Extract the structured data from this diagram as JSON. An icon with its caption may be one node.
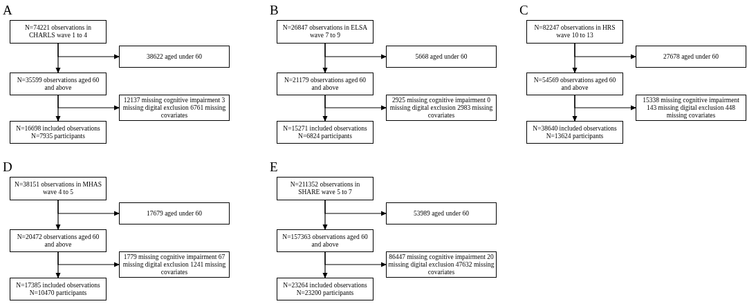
{
  "diagram": {
    "nodes": [
      {
        "text": [
          "N=74221 observations in CHARLS wave 1 to 4"
        ]
      },
      {
        "text": [
          "38622 aged under 60"
        ]
      },
      {
        "text": [
          "N=35599 observations aged 60 and above"
        ]
      },
      {
        "text": [
          "12137 missing cognitive impairment 3 missing digital exclusion 6761 missing covariates"
        ]
      },
      {
        "text": [
          "N=16698 included observations N=7935 participants"
        ]
      },
      {
        "text": [
          "N=26847 observations in ELSA wave 7 to 9"
        ]
      },
      {
        "text": [
          "5668 aged under 60"
        ]
      },
      {
        "text": [
          "N=21179 observations aged 60 and above"
        ]
      },
      {
        "text": [
          "2925 missing cognitive impairment 0 missing digital exclusion 2983 missing covariates"
        ]
      },
      {
        "text": [
          "N=15271 included observations N=6824 participants"
        ]
      },
      {
        "text": [
          "N=82247 observations in HRS wave 10 to 13"
        ]
      },
      {
        "text": [
          "27678 aged under 60"
        ]
      },
      {
        "text": [
          "N=54569 observations aged 60 and above"
        ]
      },
      {
        "text": [
          "15338 missing cognitive impairment 143 missing digital exclusion 448 missing covariates"
        ]
      },
      {
        "text": [
          "N=38640 included observations N=13624 participants"
        ]
      },
      {
        "text": [
          "N=38151 observations in MHAS wave 4 to 5"
        ]
      },
      {
        "text": [
          "17679 aged under 60"
        ]
      },
      {
        "text": [
          "N=20472 observations aged 60 and above"
        ]
      },
      {
        "text": [
          "1779 missing cognitive impairment 67 missing digital exclusion 1241 missing covariates"
        ]
      },
      {
        "text": [
          "N=17385 included observations N=10470 participants"
        ]
      },
      {
        "text": [
          "N=211352 observations in SHARE wave 5 to 7"
        ]
      },
      {
        "text": [
          "53989 aged under 60"
        ]
      },
      {
        "text": [
          "N=157363 observations aged 60 and above"
        ]
      },
      {
        "text": [
          "86447 missing cognitive impairment 20 missing digital exclusion 47632 missing covariates"
        ]
      },
      {
        "text": [
          "N=23264 included observations N=23200 participants"
        ]
      }
    ],
    "edges": [
      {
        "from": 0,
        "to": 2,
        "arrow": "to"
      },
      {
        "from": 0,
        "to": 1,
        "arrow": "to"
      },
      {
        "from": 2,
        "to": 4,
        "arrow": "to"
      },
      {
        "from": 2,
        "to": 3,
        "arrow": "to"
      },
      {
        "from": 5,
        "to": 7,
        "arrow": "to"
      },
      {
        "from": 5,
        "to": 6,
        "arrow": "to"
      },
      {
        "from": 7,
        "to": 9,
        "arrow": "to"
      },
      {
        "from": 7,
        "to": 8,
        "arrow": "to"
      },
      {
        "from": 10,
        "to": 12,
        "arrow": "to"
      },
      {
        "from": 10,
        "to": 11,
        "arrow": "to"
      },
      {
        "from": 12,
        "to": 14,
        "arrow": "to"
      },
      {
        "from": 12,
        "to": 13,
        "arrow": "to"
      },
      {
        "from": 15,
        "to": 17,
        "arrow": "to"
      },
      {
        "from": 15,
        "to": 16,
        "arrow": "to"
      },
      {
        "from": 17,
        "to": 19,
        "arrow": "to"
      },
      {
        "from": 17,
        "to": 18,
        "arrow": "to"
      },
      {
        "from": 20,
        "to": 22,
        "arrow": "to"
      },
      {
        "from": 20,
        "to": 21,
        "arrow": "to"
      },
      {
        "from": 22,
        "to": 24,
        "arrow": "to"
      },
      {
        "from": 22,
        "to": 23,
        "arrow": "to"
      }
    ],
    "labels": [
      "A",
      "B",
      "C",
      "D",
      "E"
    ]
  }
}
